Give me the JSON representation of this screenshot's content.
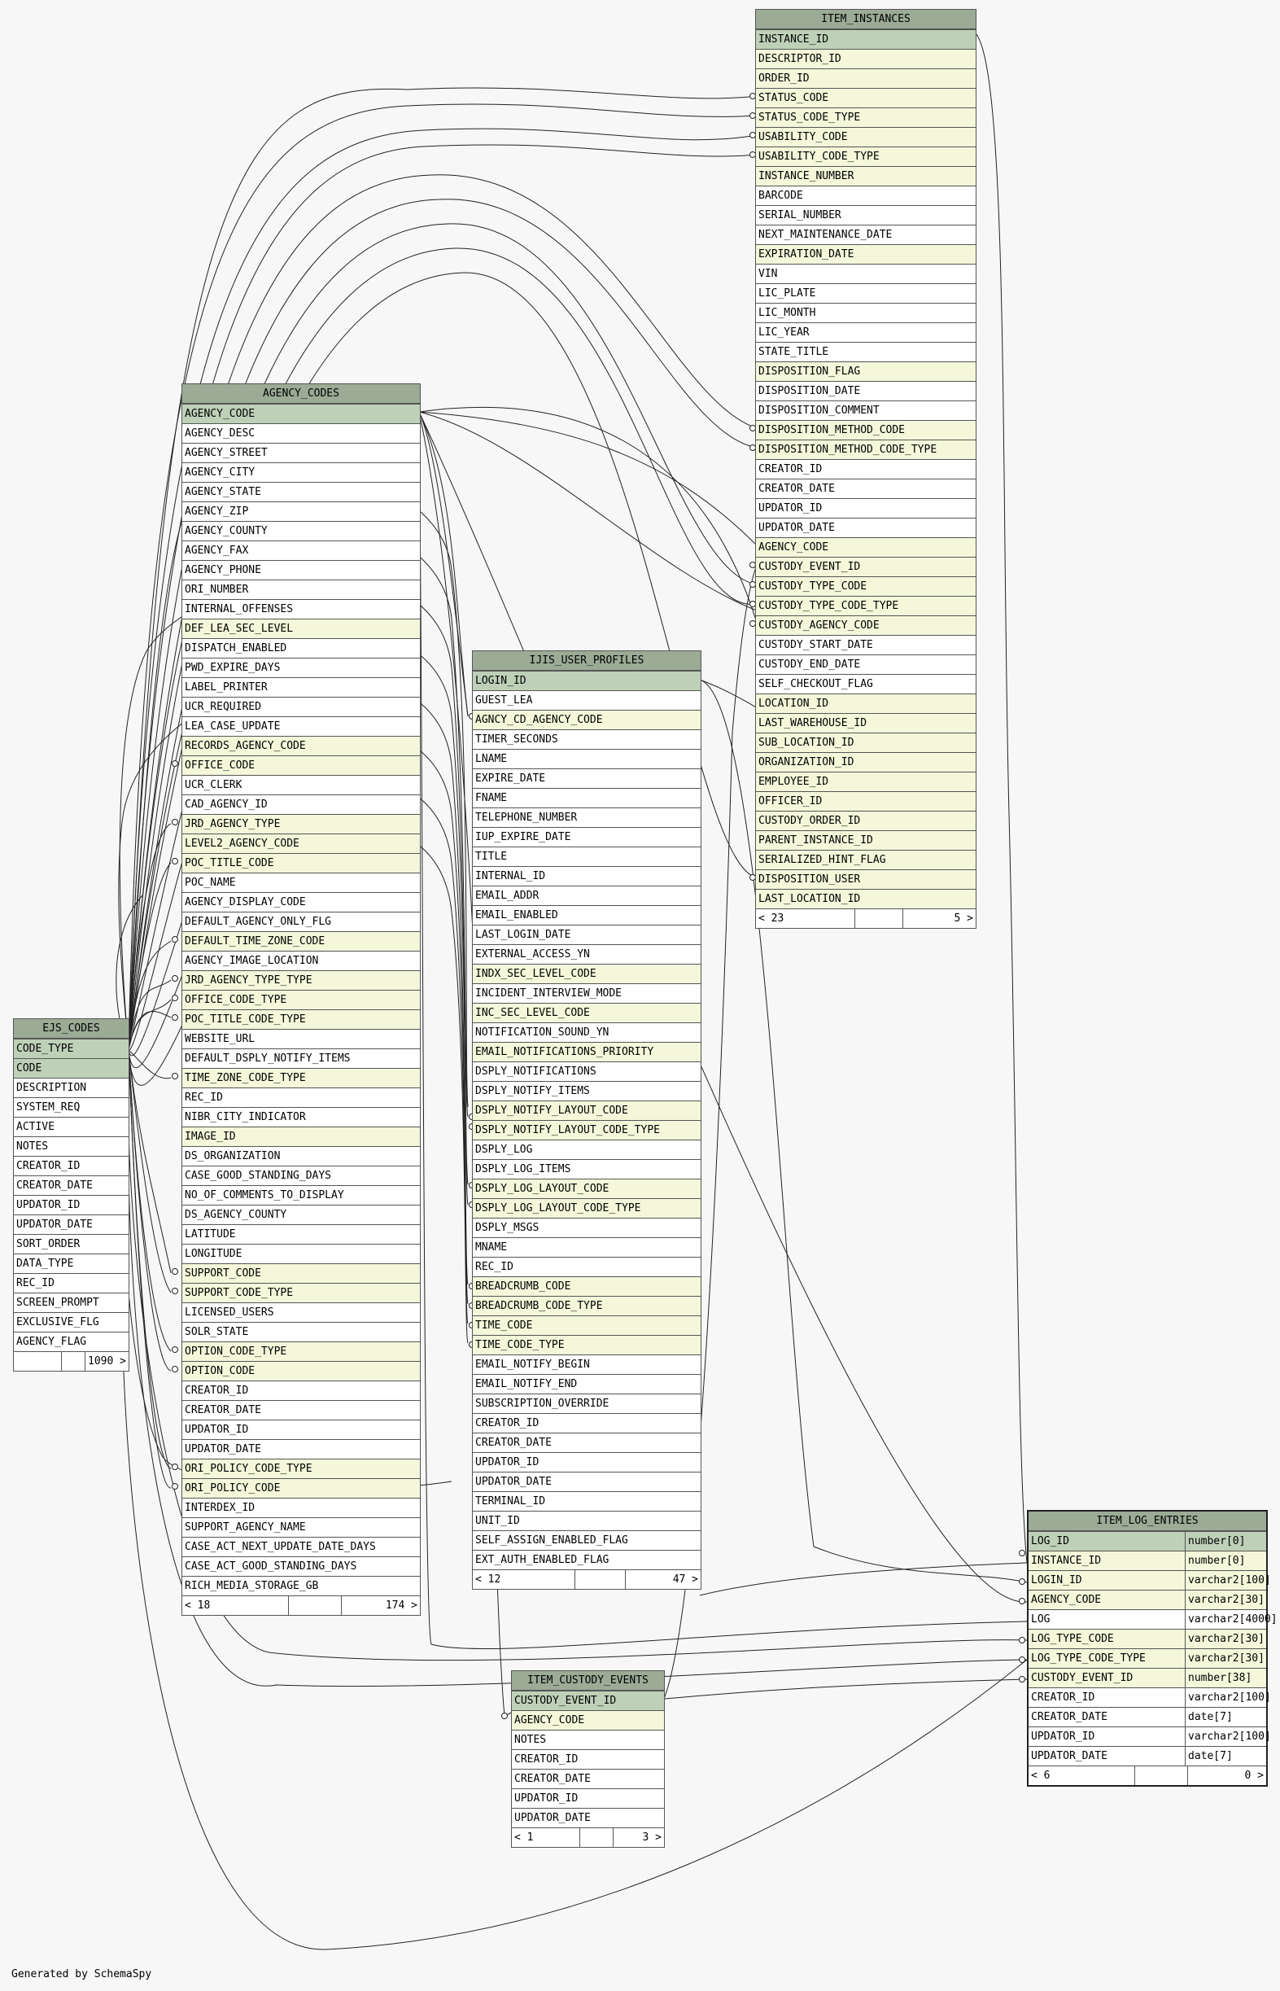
{
  "footer": "Generated by SchemaSpy",
  "tables": [
    {
      "id": "ITEM_INSTANCES",
      "name": "ITEM_INSTANCES",
      "columns": [
        {
          "n": "INSTANCE_ID",
          "k": "pk"
        },
        {
          "n": "DESCRIPTOR_ID",
          "k": "fk"
        },
        {
          "n": "ORDER_ID",
          "k": "fk"
        },
        {
          "n": "STATUS_CODE",
          "k": "fk"
        },
        {
          "n": "STATUS_CODE_TYPE",
          "k": "fk"
        },
        {
          "n": "USABILITY_CODE",
          "k": "fk"
        },
        {
          "n": "USABILITY_CODE_TYPE",
          "k": "fk"
        },
        {
          "n": "INSTANCE_NUMBER",
          "k": "fk"
        },
        {
          "n": "BARCODE",
          "k": "plain"
        },
        {
          "n": "SERIAL_NUMBER",
          "k": "plain"
        },
        {
          "n": "NEXT_MAINTENANCE_DATE",
          "k": "plain"
        },
        {
          "n": "EXPIRATION_DATE",
          "k": "fk"
        },
        {
          "n": "VIN",
          "k": "plain"
        },
        {
          "n": "LIC_PLATE",
          "k": "plain"
        },
        {
          "n": "LIC_MONTH",
          "k": "plain"
        },
        {
          "n": "LIC_YEAR",
          "k": "plain"
        },
        {
          "n": "STATE_TITLE",
          "k": "plain"
        },
        {
          "n": "DISPOSITION_FLAG",
          "k": "fk"
        },
        {
          "n": "DISPOSITION_DATE",
          "k": "plain"
        },
        {
          "n": "DISPOSITION_COMMENT",
          "k": "plain"
        },
        {
          "n": "DISPOSITION_METHOD_CODE",
          "k": "fk"
        },
        {
          "n": "DISPOSITION_METHOD_CODE_TYPE",
          "k": "fk"
        },
        {
          "n": "CREATOR_ID",
          "k": "plain"
        },
        {
          "n": "CREATOR_DATE",
          "k": "plain"
        },
        {
          "n": "UPDATOR_ID",
          "k": "plain"
        },
        {
          "n": "UPDATOR_DATE",
          "k": "plain"
        },
        {
          "n": "AGENCY_CODE",
          "k": "fk"
        },
        {
          "n": "CUSTODY_EVENT_ID",
          "k": "fk"
        },
        {
          "n": "CUSTODY_TYPE_CODE",
          "k": "fk"
        },
        {
          "n": "CUSTODY_TYPE_CODE_TYPE",
          "k": "fk"
        },
        {
          "n": "CUSTODY_AGENCY_CODE",
          "k": "fk"
        },
        {
          "n": "CUSTODY_START_DATE",
          "k": "plain"
        },
        {
          "n": "CUSTODY_END_DATE",
          "k": "plain"
        },
        {
          "n": "SELF_CHECKOUT_FLAG",
          "k": "plain"
        },
        {
          "n": "LOCATION_ID",
          "k": "fk"
        },
        {
          "n": "LAST_WAREHOUSE_ID",
          "k": "fk"
        },
        {
          "n": "SUB_LOCATION_ID",
          "k": "fk"
        },
        {
          "n": "ORGANIZATION_ID",
          "k": "fk"
        },
        {
          "n": "EMPLOYEE_ID",
          "k": "fk"
        },
        {
          "n": "OFFICER_ID",
          "k": "fk"
        },
        {
          "n": "CUSTODY_ORDER_ID",
          "k": "fk"
        },
        {
          "n": "PARENT_INSTANCE_ID",
          "k": "fk"
        },
        {
          "n": "SERIALIZED_HINT_FLAG",
          "k": "fk"
        },
        {
          "n": "DISPOSITION_USER",
          "k": "fk"
        },
        {
          "n": "LAST_LOCATION_ID",
          "k": "fk"
        }
      ],
      "footer": {
        "left": "< 23",
        "right": "5 >"
      }
    },
    {
      "id": "AGENCY_CODES",
      "name": "AGENCY_CODES",
      "columns": [
        {
          "n": "AGENCY_CODE",
          "k": "pk"
        },
        {
          "n": "AGENCY_DESC",
          "k": "plain"
        },
        {
          "n": "AGENCY_STREET",
          "k": "plain"
        },
        {
          "n": "AGENCY_CITY",
          "k": "plain"
        },
        {
          "n": "AGENCY_STATE",
          "k": "plain"
        },
        {
          "n": "AGENCY_ZIP",
          "k": "plain"
        },
        {
          "n": "AGENCY_COUNTY",
          "k": "plain"
        },
        {
          "n": "AGENCY_FAX",
          "k": "plain"
        },
        {
          "n": "AGENCY_PHONE",
          "k": "plain"
        },
        {
          "n": "ORI_NUMBER",
          "k": "plain"
        },
        {
          "n": "INTERNAL_OFFENSES",
          "k": "plain"
        },
        {
          "n": "DEF_LEA_SEC_LEVEL",
          "k": "fk"
        },
        {
          "n": "DISPATCH_ENABLED",
          "k": "plain"
        },
        {
          "n": "PWD_EXPIRE_DAYS",
          "k": "plain"
        },
        {
          "n": "LABEL_PRINTER",
          "k": "plain"
        },
        {
          "n": "UCR_REQUIRED",
          "k": "plain"
        },
        {
          "n": "LEA_CASE_UPDATE",
          "k": "plain"
        },
        {
          "n": "RECORDS_AGENCY_CODE",
          "k": "fk"
        },
        {
          "n": "OFFICE_CODE",
          "k": "fk"
        },
        {
          "n": "UCR_CLERK",
          "k": "plain"
        },
        {
          "n": "CAD_AGENCY_ID",
          "k": "plain"
        },
        {
          "n": "JRD_AGENCY_TYPE",
          "k": "fk"
        },
        {
          "n": "LEVEL2_AGENCY_CODE",
          "k": "fk"
        },
        {
          "n": "POC_TITLE_CODE",
          "k": "fk"
        },
        {
          "n": "POC_NAME",
          "k": "plain"
        },
        {
          "n": "AGENCY_DISPLAY_CODE",
          "k": "plain"
        },
        {
          "n": "DEFAULT_AGENCY_ONLY_FLG",
          "k": "plain"
        },
        {
          "n": "DEFAULT_TIME_ZONE_CODE",
          "k": "fk"
        },
        {
          "n": "AGENCY_IMAGE_LOCATION",
          "k": "plain"
        },
        {
          "n": "JRD_AGENCY_TYPE_TYPE",
          "k": "fk"
        },
        {
          "n": "OFFICE_CODE_TYPE",
          "k": "fk"
        },
        {
          "n": "POC_TITLE_CODE_TYPE",
          "k": "fk"
        },
        {
          "n": "WEBSITE_URL",
          "k": "plain"
        },
        {
          "n": "DEFAULT_DSPLY_NOTIFY_ITEMS",
          "k": "plain"
        },
        {
          "n": "TIME_ZONE_CODE_TYPE",
          "k": "fk"
        },
        {
          "n": "REC_ID",
          "k": "plain"
        },
        {
          "n": "NIBR_CITY_INDICATOR",
          "k": "plain"
        },
        {
          "n": "IMAGE_ID",
          "k": "fk"
        },
        {
          "n": "DS_ORGANIZATION",
          "k": "plain"
        },
        {
          "n": "CASE_GOOD_STANDING_DAYS",
          "k": "plain"
        },
        {
          "n": "NO_OF_COMMENTS_TO_DISPLAY",
          "k": "plain"
        },
        {
          "n": "DS_AGENCY_COUNTY",
          "k": "plain"
        },
        {
          "n": "LATITUDE",
          "k": "plain"
        },
        {
          "n": "LONGITUDE",
          "k": "plain"
        },
        {
          "n": "SUPPORT_CODE",
          "k": "fk"
        },
        {
          "n": "SUPPORT_CODE_TYPE",
          "k": "fk"
        },
        {
          "n": "LICENSED_USERS",
          "k": "plain"
        },
        {
          "n": "SOLR_STATE",
          "k": "plain"
        },
        {
          "n": "OPTION_CODE_TYPE",
          "k": "fk"
        },
        {
          "n": "OPTION_CODE",
          "k": "fk"
        },
        {
          "n": "CREATOR_ID",
          "k": "plain"
        },
        {
          "n": "CREATOR_DATE",
          "k": "plain"
        },
        {
          "n": "UPDATOR_ID",
          "k": "plain"
        },
        {
          "n": "UPDATOR_DATE",
          "k": "plain"
        },
        {
          "n": "ORI_POLICY_CODE_TYPE",
          "k": "fk"
        },
        {
          "n": "ORI_POLICY_CODE",
          "k": "fk"
        },
        {
          "n": "INTERDEX_ID",
          "k": "plain"
        },
        {
          "n": "SUPPORT_AGENCY_NAME",
          "k": "plain"
        },
        {
          "n": "CASE_ACT_NEXT_UPDATE_DATE_DAYS",
          "k": "plain"
        },
        {
          "n": "CASE_ACT_GOOD_STANDING_DAYS",
          "k": "plain"
        },
        {
          "n": "RICH_MEDIA_STORAGE_GB",
          "k": "plain"
        }
      ],
      "footer": {
        "left": "< 18",
        "right": "174 >"
      }
    },
    {
      "id": "EJS_CODES",
      "name": "EJS_CODES",
      "columns": [
        {
          "n": "CODE_TYPE",
          "k": "pk"
        },
        {
          "n": "CODE",
          "k": "pk"
        },
        {
          "n": "DESCRIPTION",
          "k": "plain"
        },
        {
          "n": "SYSTEM_REQ",
          "k": "plain"
        },
        {
          "n": "ACTIVE",
          "k": "plain"
        },
        {
          "n": "NOTES",
          "k": "plain"
        },
        {
          "n": "CREATOR_ID",
          "k": "plain"
        },
        {
          "n": "CREATOR_DATE",
          "k": "plain"
        },
        {
          "n": "UPDATOR_ID",
          "k": "plain"
        },
        {
          "n": "UPDATOR_DATE",
          "k": "plain"
        },
        {
          "n": "SORT_ORDER",
          "k": "plain"
        },
        {
          "n": "DATA_TYPE",
          "k": "plain"
        },
        {
          "n": "REC_ID",
          "k": "plain"
        },
        {
          "n": "SCREEN_PROMPT",
          "k": "plain"
        },
        {
          "n": "EXCLUSIVE_FLG",
          "k": "plain"
        },
        {
          "n": "AGENCY_FLAG",
          "k": "plain"
        }
      ],
      "footer": {
        "left": "",
        "right": "1090 >"
      }
    },
    {
      "id": "IJIS_USER_PROFILES",
      "name": "IJIS_USER_PROFILES",
      "columns": [
        {
          "n": "LOGIN_ID",
          "k": "pk"
        },
        {
          "n": "GUEST_LEA",
          "k": "plain"
        },
        {
          "n": "AGNCY_CD_AGENCY_CODE",
          "k": "fk"
        },
        {
          "n": "TIMER_SECONDS",
          "k": "plain"
        },
        {
          "n": "LNAME",
          "k": "plain"
        },
        {
          "n": "EXPIRE_DATE",
          "k": "plain"
        },
        {
          "n": "FNAME",
          "k": "plain"
        },
        {
          "n": "TELEPHONE_NUMBER",
          "k": "plain"
        },
        {
          "n": "IUP_EXPIRE_DATE",
          "k": "plain"
        },
        {
          "n": "TITLE",
          "k": "plain"
        },
        {
          "n": "INTERNAL_ID",
          "k": "plain"
        },
        {
          "n": "EMAIL_ADDR",
          "k": "plain"
        },
        {
          "n": "EMAIL_ENABLED",
          "k": "plain"
        },
        {
          "n": "LAST_LOGIN_DATE",
          "k": "plain"
        },
        {
          "n": "EXTERNAL_ACCESS_YN",
          "k": "plain"
        },
        {
          "n": "INDX_SEC_LEVEL_CODE",
          "k": "fk"
        },
        {
          "n": "INCIDENT_INTERVIEW_MODE",
          "k": "plain"
        },
        {
          "n": "INC_SEC_LEVEL_CODE",
          "k": "fk"
        },
        {
          "n": "NOTIFICATION_SOUND_YN",
          "k": "plain"
        },
        {
          "n": "EMAIL_NOTIFICATIONS_PRIORITY",
          "k": "fk"
        },
        {
          "n": "DSPLY_NOTIFICATIONS",
          "k": "plain"
        },
        {
          "n": "DSPLY_NOTIFY_ITEMS",
          "k": "plain"
        },
        {
          "n": "DSPLY_NOTIFY_LAYOUT_CODE",
          "k": "fk"
        },
        {
          "n": "DSPLY_NOTIFY_LAYOUT_CODE_TYPE",
          "k": "fk"
        },
        {
          "n": "DSPLY_LOG",
          "k": "plain"
        },
        {
          "n": "DSPLY_LOG_ITEMS",
          "k": "plain"
        },
        {
          "n": "DSPLY_LOG_LAYOUT_CODE",
          "k": "fk"
        },
        {
          "n": "DSPLY_LOG_LAYOUT_CODE_TYPE",
          "k": "fk"
        },
        {
          "n": "DSPLY_MSGS",
          "k": "plain"
        },
        {
          "n": "MNAME",
          "k": "plain"
        },
        {
          "n": "REC_ID",
          "k": "plain"
        },
        {
          "n": "BREADCRUMB_CODE",
          "k": "fk"
        },
        {
          "n": "BREADCRUMB_CODE_TYPE",
          "k": "fk"
        },
        {
          "n": "TIME_CODE",
          "k": "fk"
        },
        {
          "n": "TIME_CODE_TYPE",
          "k": "fk"
        },
        {
          "n": "EMAIL_NOTIFY_BEGIN",
          "k": "plain"
        },
        {
          "n": "EMAIL_NOTIFY_END",
          "k": "plain"
        },
        {
          "n": "SUBSCRIPTION_OVERRIDE",
          "k": "plain"
        },
        {
          "n": "CREATOR_ID",
          "k": "plain"
        },
        {
          "n": "CREATOR_DATE",
          "k": "plain"
        },
        {
          "n": "UPDATOR_ID",
          "k": "plain"
        },
        {
          "n": "UPDATOR_DATE",
          "k": "plain"
        },
        {
          "n": "TERMINAL_ID",
          "k": "plain"
        },
        {
          "n": "UNIT_ID",
          "k": "plain"
        },
        {
          "n": "SELF_ASSIGN_ENABLED_FLAG",
          "k": "plain"
        },
        {
          "n": "EXT_AUTH_ENABLED_FLAG",
          "k": "plain"
        }
      ],
      "footer": {
        "left": "< 12",
        "right": "47 >"
      }
    },
    {
      "id": "ITEM_CUSTODY_EVENTS",
      "name": "ITEM_CUSTODY_EVENTS",
      "columns": [
        {
          "n": "CUSTODY_EVENT_ID",
          "k": "pk"
        },
        {
          "n": "AGENCY_CODE",
          "k": "fk"
        },
        {
          "n": "NOTES",
          "k": "plain"
        },
        {
          "n": "CREATOR_ID",
          "k": "plain"
        },
        {
          "n": "CREATOR_DATE",
          "k": "plain"
        },
        {
          "n": "UPDATOR_ID",
          "k": "plain"
        },
        {
          "n": "UPDATOR_DATE",
          "k": "plain"
        }
      ],
      "footer": {
        "left": "< 1",
        "right": "3 >"
      }
    },
    {
      "id": "ITEM_LOG_ENTRIES",
      "name": "ITEM_LOG_ENTRIES",
      "columns": [
        {
          "n": "LOG_ID",
          "k": "pk",
          "t": "number[0]"
        },
        {
          "n": "INSTANCE_ID",
          "k": "fk",
          "t": "number[0]"
        },
        {
          "n": "LOGIN_ID",
          "k": "fk",
          "t": "varchar2[100]"
        },
        {
          "n": "AGENCY_CODE",
          "k": "fk",
          "t": "varchar2[30]"
        },
        {
          "n": "LOG",
          "k": "plain",
          "t": "varchar2[4000]"
        },
        {
          "n": "LOG_TYPE_CODE",
          "k": "fk",
          "t": "varchar2[30]"
        },
        {
          "n": "LOG_TYPE_CODE_TYPE",
          "k": "fk",
          "t": "varchar2[30]"
        },
        {
          "n": "CUSTODY_EVENT_ID",
          "k": "fk",
          "t": "number[38]"
        },
        {
          "n": "CREATOR_ID",
          "k": "plain",
          "t": "varchar2[100]"
        },
        {
          "n": "CREATOR_DATE",
          "k": "plain",
          "t": "date[7]"
        },
        {
          "n": "UPDATOR_ID",
          "k": "plain",
          "t": "varchar2[100]"
        },
        {
          "n": "UPDATOR_DATE",
          "k": "plain",
          "t": "date[7]"
        }
      ],
      "footer": {
        "left": "< 6",
        "right": "0 >"
      }
    }
  ]
}
